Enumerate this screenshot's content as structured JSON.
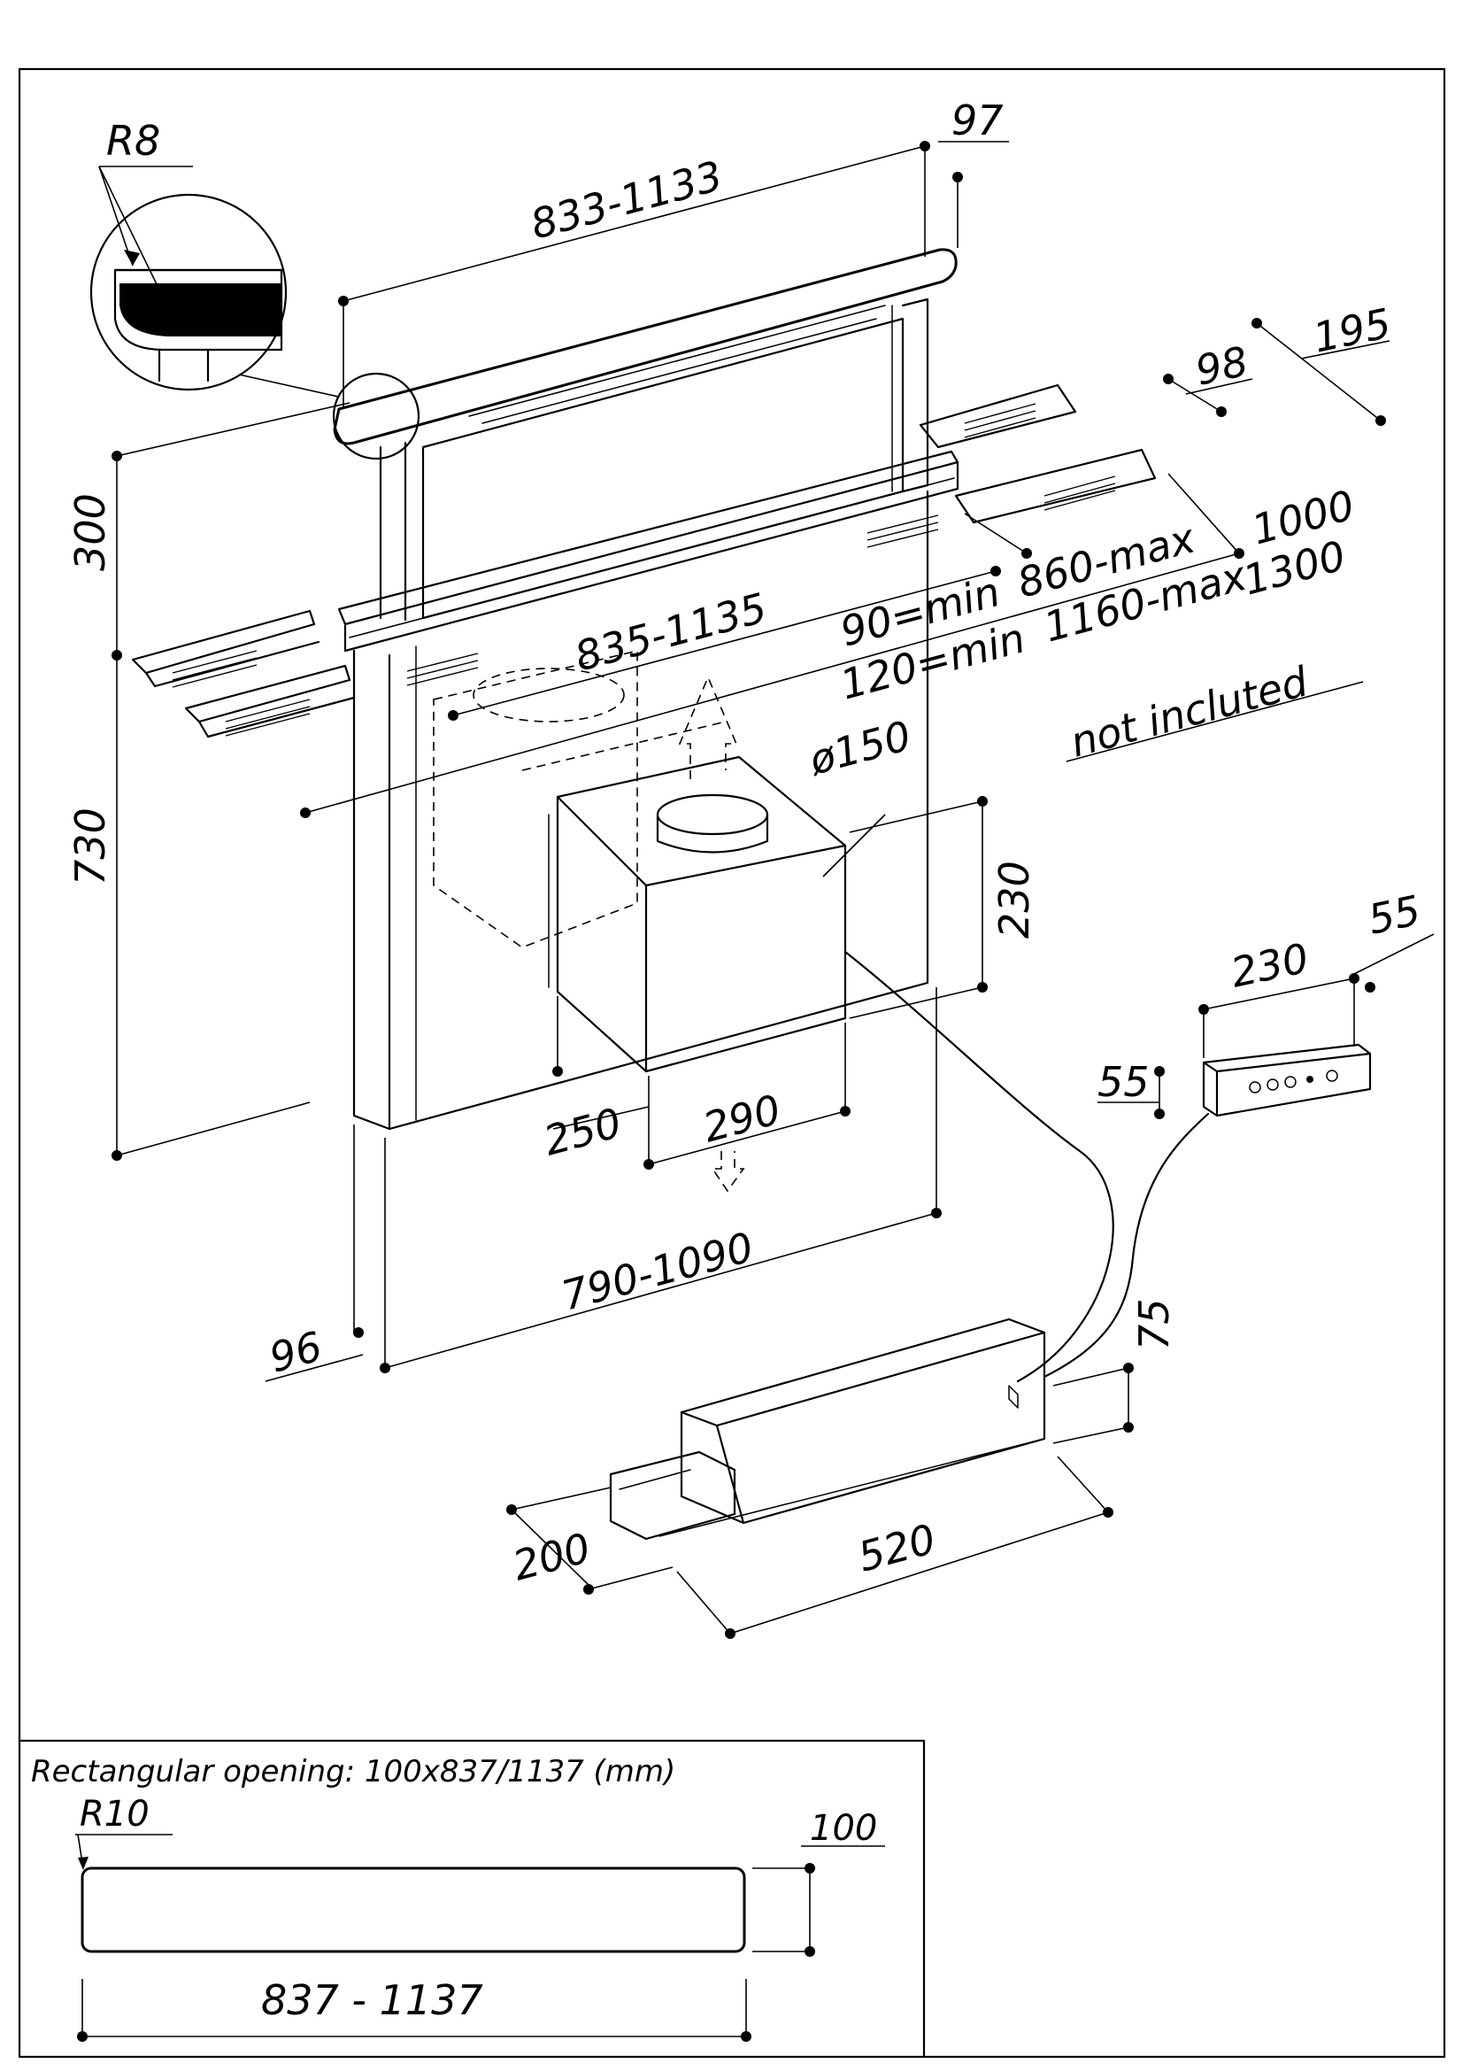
{
  "dimensions": {
    "radius_top": "R8",
    "top_width": "833-1133",
    "top_depth": "97",
    "rail_depth_total": "195",
    "rail_depth": "98",
    "height_upper": "300",
    "height_lower": "730",
    "body_width": "835-1135",
    "rail_min_1": "90=min",
    "rail_max_1": "860-max",
    "rail_len_1": "1000",
    "rail_min_2": "120=min",
    "rail_max_2": "1160-max",
    "rail_len_2": "1300",
    "duct_diameter": "ø150",
    "not_included_note": "not inclu",
    "not_included_note_2": "ted",
    "box_height": "230",
    "box_depth": "250",
    "box_width": "290",
    "body_lower_width": "790-1090",
    "body_thickness": "96",
    "motor_height": "75",
    "motor_depth": "200",
    "motor_length": "520",
    "control_width": "230",
    "control_depth": "55",
    "control_height": "55"
  },
  "opening": {
    "caption": "Rectangular opening: 100x837/1137 (mm)",
    "radius": "R10",
    "height": "100",
    "width": "837 - 1137"
  }
}
